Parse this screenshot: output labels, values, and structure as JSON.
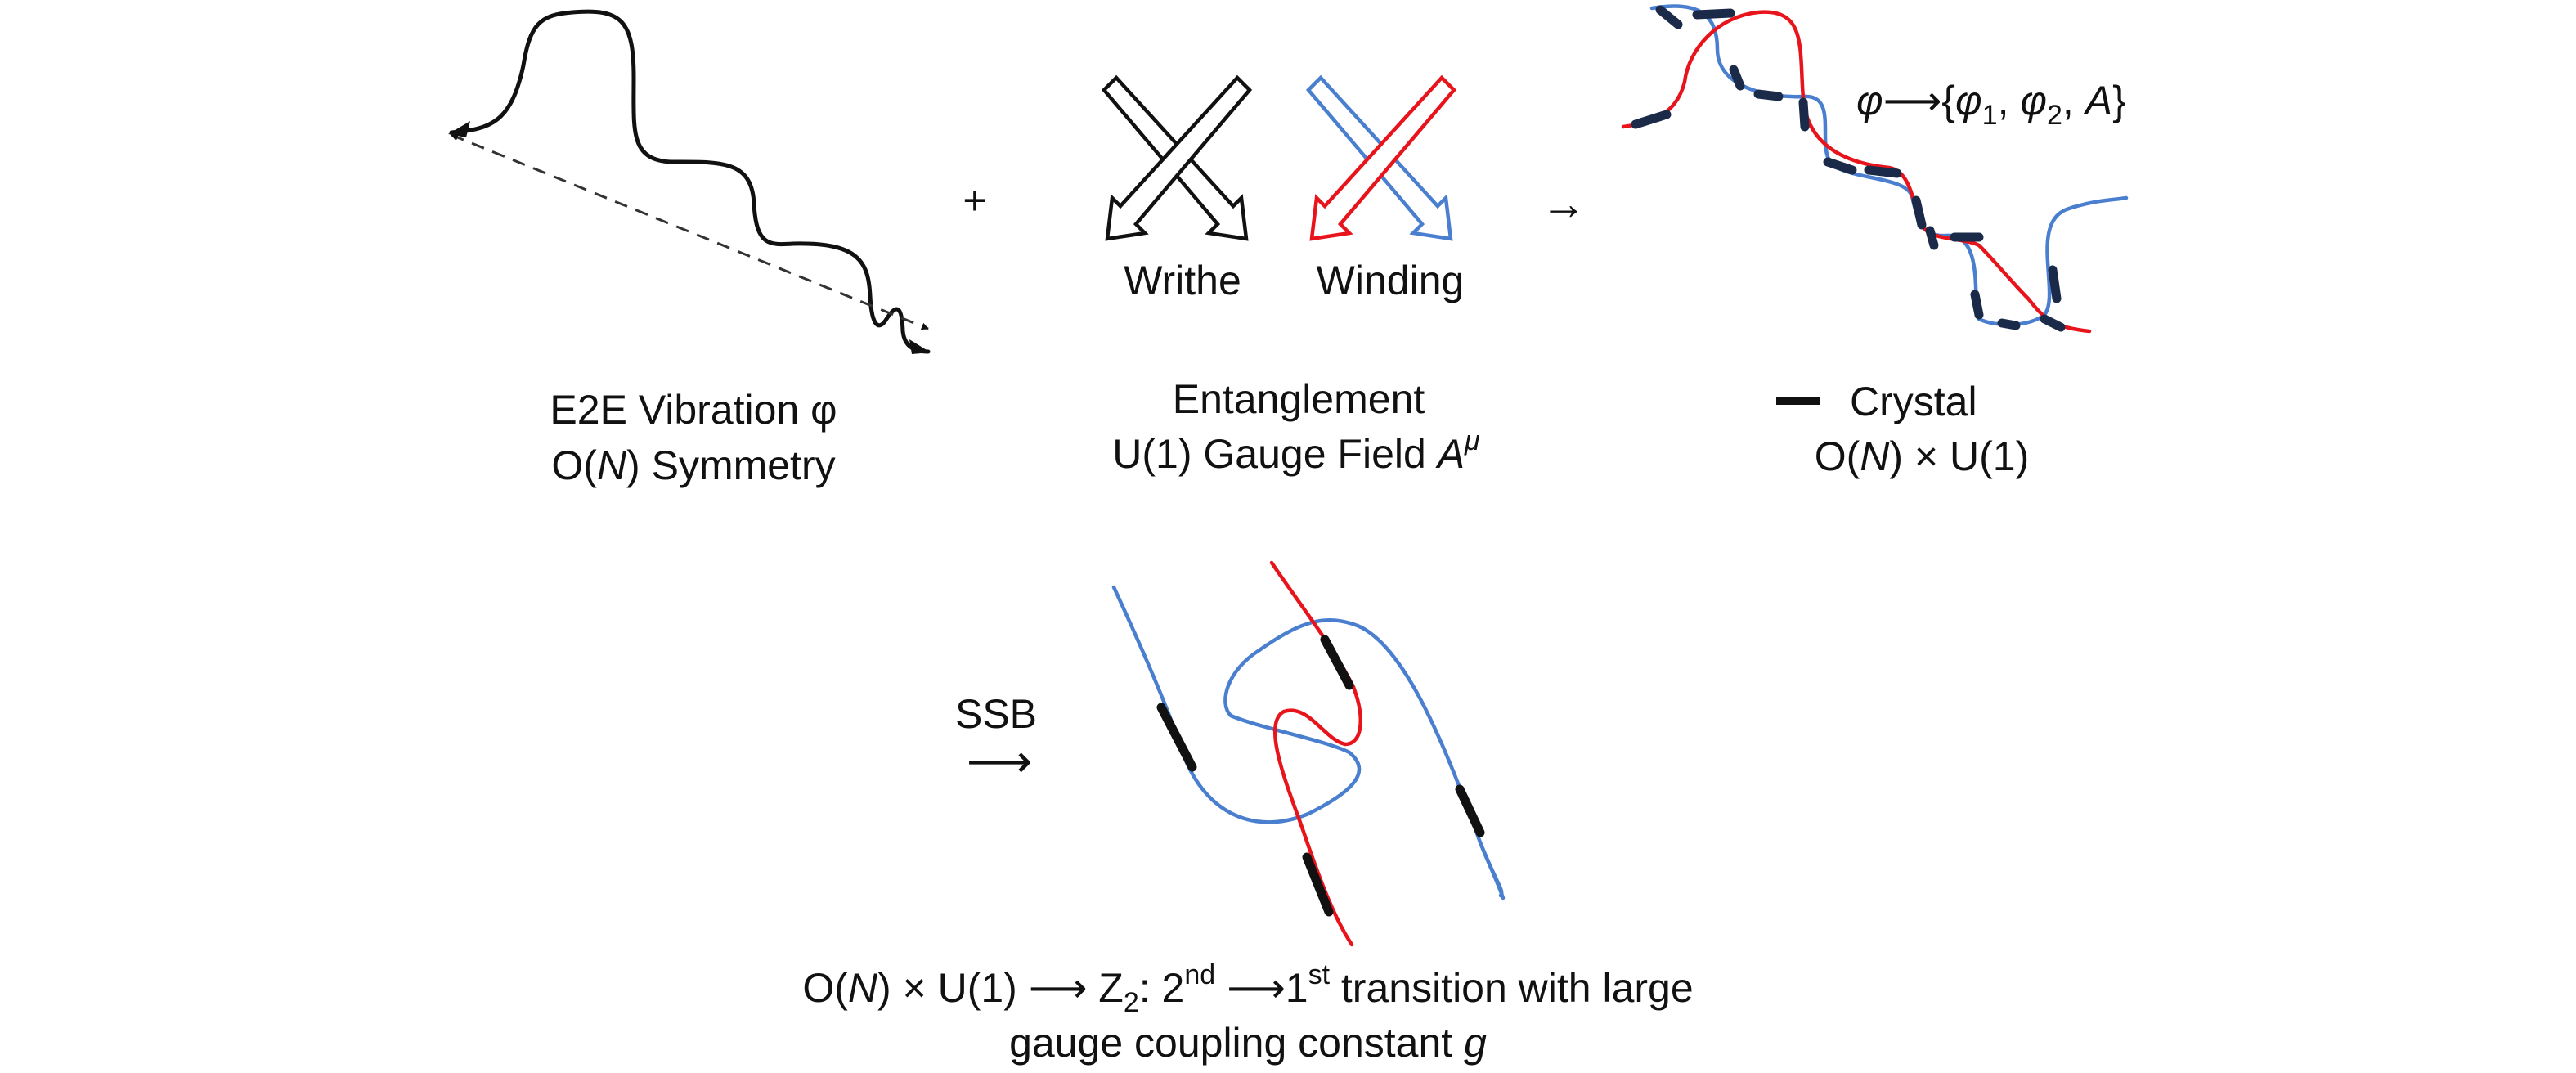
{
  "colors": {
    "ink": "#111111",
    "red": "#e8141c",
    "blue": "#4a7fcf",
    "crystal": "#1b2a48",
    "gray": "#555555"
  },
  "operators": {
    "plus": "+",
    "arrow": "→",
    "ssb_label": "SSB",
    "ssb_arrow": "⟶"
  },
  "panel_e2e": {
    "line1": "E2E Vibration φ",
    "line2_pre": "O(",
    "line2_var": "N",
    "line2_post": ") Symmetry"
  },
  "panel_entanglement": {
    "writhe_label": "Writhe",
    "winding_label": "Winding",
    "line1": "Entanglement",
    "line2_main": "U(1) Gauge Field ",
    "line2_var": "A",
    "line2_sup": "μ"
  },
  "panel_crystal": {
    "map_phi": "φ",
    "map_arrow": "⟶{",
    "map_phi1": "φ",
    "map_sub1": "1",
    "map_comma1": ", ",
    "map_phi2": "φ",
    "map_sub2": "2",
    "map_comma2": ", ",
    "map_A": "A",
    "map_close": "}",
    "legend_label": "Crystal",
    "line2_pre": "O(",
    "line2_var": "N",
    "line2_post": ") × U(1)"
  },
  "bottom_caption": {
    "l1_pre": "O(",
    "l1_var": "N",
    "l1_mid": ") × U(1) ⟶ Z",
    "l1_sub": "2",
    "l1_mid2": ": 2",
    "l1_sup1": "nd",
    "l1_arrow": " ⟶1",
    "l1_sup2": "st",
    "l1_post": "  transition with large",
    "l2_main": "gauge coupling constant ",
    "l2_var": "g"
  }
}
